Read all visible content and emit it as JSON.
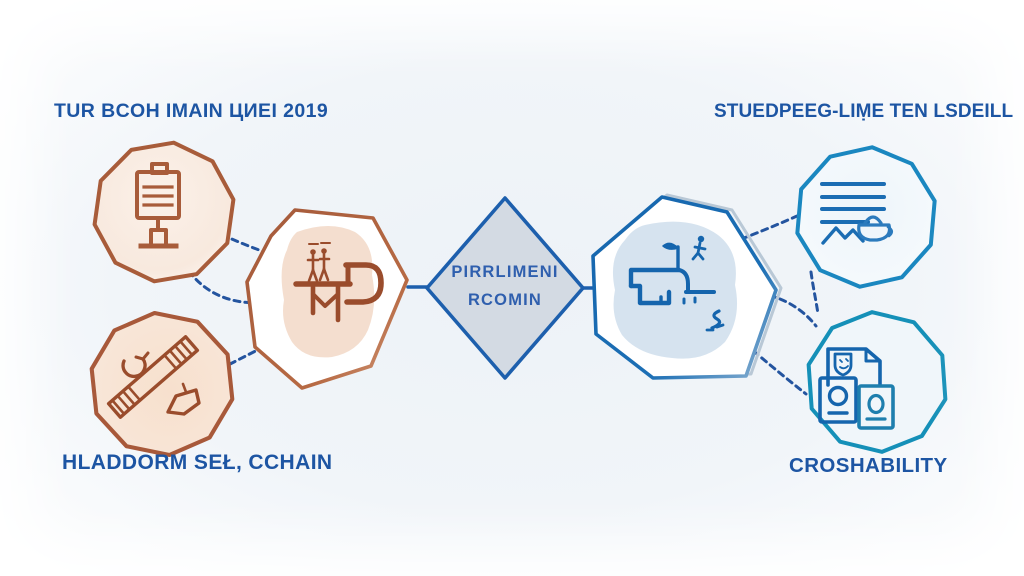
{
  "labels": {
    "top_left": "TUR BCOH IMAIN ЦИЕI 2019",
    "top_right": "STUEDPEEG-LIṂE TEN LSDEILL",
    "bottom_left": "HLADDORM SEŁ, CCHAIN",
    "bottom_right": "CROSHABILITY",
    "center_diamond_line1": "PIRRLIMENI",
    "center_diamond_line2": "RCOMIN"
  },
  "nodes": [
    {
      "id": "top-left-decagon",
      "icon": "sign-stand-icon",
      "shape": "decagon",
      "color_family": "orange"
    },
    {
      "id": "bottom-left-decagon",
      "icon": "ruler-refresh-boat-icon",
      "shape": "decagon",
      "color_family": "orange"
    },
    {
      "id": "left-heptagon",
      "icon": "figures-claw-icon",
      "shape": "heptagon",
      "color_family": "orange"
    },
    {
      "id": "center-diamond",
      "shape": "diamond",
      "color_family": "blue"
    },
    {
      "id": "right-heptagon",
      "icon": "machine-person-icon",
      "shape": "heptagon",
      "color_family": "blue"
    },
    {
      "id": "top-right-decagon",
      "icon": "document-chart-teapot-icon",
      "shape": "decagon",
      "color_family": "blue"
    },
    {
      "id": "bottom-right-decagon",
      "icon": "documents-shield-icon",
      "shape": "decagon",
      "color_family": "blue"
    }
  ],
  "colors": {
    "background": "#f0f5f9",
    "label_text": "#1d55a3",
    "orange_outline": "#a85c3a",
    "orange_icon": "#9a4c2c",
    "orange_fill": "#f6e2d4",
    "blue_outline": "#1565ad",
    "cyan_outline": "#1a87c0",
    "blue_blob_fill": "#d4e2ee",
    "diamond_fill": "#d3dae3",
    "diamond_border": "#1d5fad",
    "connector_dash": "#24549f"
  }
}
